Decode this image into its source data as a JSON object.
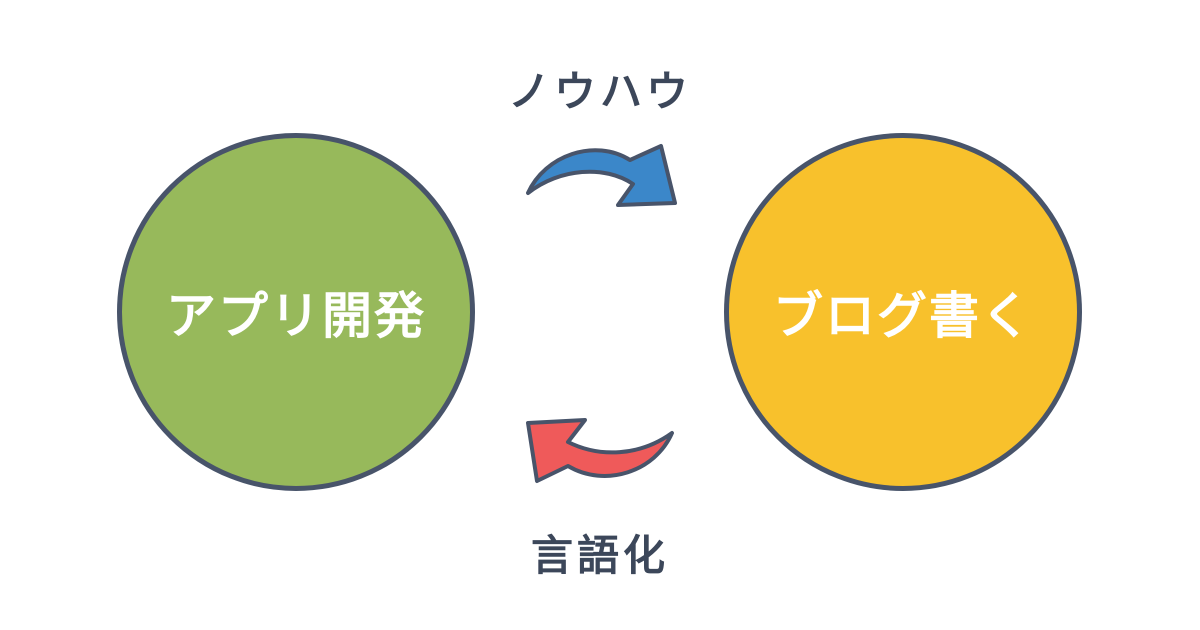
{
  "diagram": {
    "left_circle": {
      "label": "アプリ開発",
      "color": "#97b95b"
    },
    "right_circle": {
      "label": "ブログ書く",
      "color": "#f8c12c"
    },
    "top_arrow": {
      "label": "ノウハウ",
      "color": "#3b87c9",
      "direction": "left-to-right"
    },
    "bottom_arrow": {
      "label": "言語化",
      "color": "#ef5a5a",
      "direction": "right-to-left"
    },
    "outline_color": "#48546a",
    "text_color": "#3c475a"
  }
}
